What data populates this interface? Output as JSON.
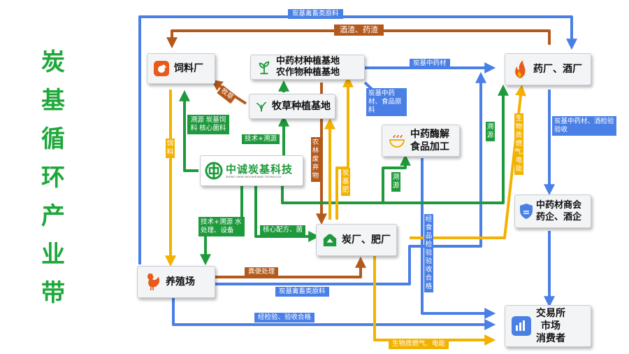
{
  "side_title": [
    "炭",
    "基",
    "循",
    "环",
    "产",
    "业",
    "带"
  ],
  "nodes": {
    "feed_factory": "饲料厂",
    "planting_base": [
      "中药材种植基地",
      "农作物种植基地"
    ],
    "pasture_base": "牧草种植基地",
    "pharma_winery": "药厂、酒厂",
    "tcm_food": [
      "中药酶解",
      "食品加工"
    ],
    "company": "中诚炭基科技",
    "company_sub": "ZHONG CHENG BIOCHAR BASE TECHNOLOGY",
    "char_fertilizer": "炭厂、肥厂",
    "breeding_farm": "养殖场",
    "tcm_market": [
      "中药材商会",
      "药企、酒企"
    ],
    "exchange": [
      "交易所",
      "市场",
      "消费者"
    ]
  },
  "labels": {
    "top_raw": "炭基禽畜类原料",
    "dregs": "酒渣、药渣",
    "forage": "牧草",
    "tcm_herbs": "炭基中药材",
    "tcm_food_raw": "炭基中药材、食品原料",
    "feed_tech": "溯源 炭基饲料 核心菌料",
    "feed_vertical": "饲料",
    "tech_trace": "技术+溯源",
    "agri_waste": "农林废弃物",
    "char_fert": "炭基肥",
    "trace_mid": "溯源",
    "trace_right": "溯源",
    "bio_gas_v": "生物质燃气、电能",
    "tech_water": "技术+溯源 水处理、设备",
    "core_formula": "核心配方、菌",
    "manure": "粪便处理",
    "bottom_raw": "炭基禽畜类原料",
    "food_inspect": "经食品检验验收合格",
    "herb_inspect": "炭基中药材、酒检验验收",
    "inspect_pass": "经检验、验收合格",
    "bio_gas_h": "生物质燃气、电能"
  },
  "colors": {
    "green": "#1e9a3c",
    "blue": "#4a7fe6",
    "brown": "#b4591c",
    "yellow": "#f3b100",
    "title_green": "#1ea83a"
  }
}
